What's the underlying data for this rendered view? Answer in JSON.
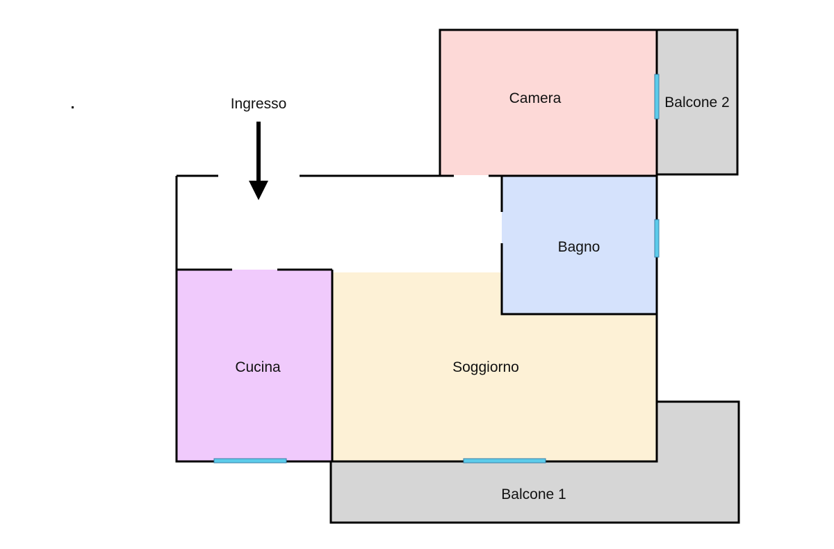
{
  "entrance": {
    "label": "Ingresso"
  },
  "rooms": {
    "camera": {
      "label": "Camera",
      "color": "#fdd9d7"
    },
    "balcone2": {
      "label": "Balcone 2",
      "color": "#d6d6d6"
    },
    "bagno": {
      "label": "Bagno",
      "color": "#d5e2fc"
    },
    "cucina": {
      "label": "Cucina",
      "color": "#f0cafc"
    },
    "soggiorno": {
      "label": "Soggiorno",
      "color": "#fdf1d6"
    },
    "balcone1": {
      "label": "Balcone 1",
      "color": "#d6d6d6"
    }
  },
  "colors": {
    "wall": "#000000",
    "window": "#5ccbea",
    "corridor": "#ffffff"
  }
}
